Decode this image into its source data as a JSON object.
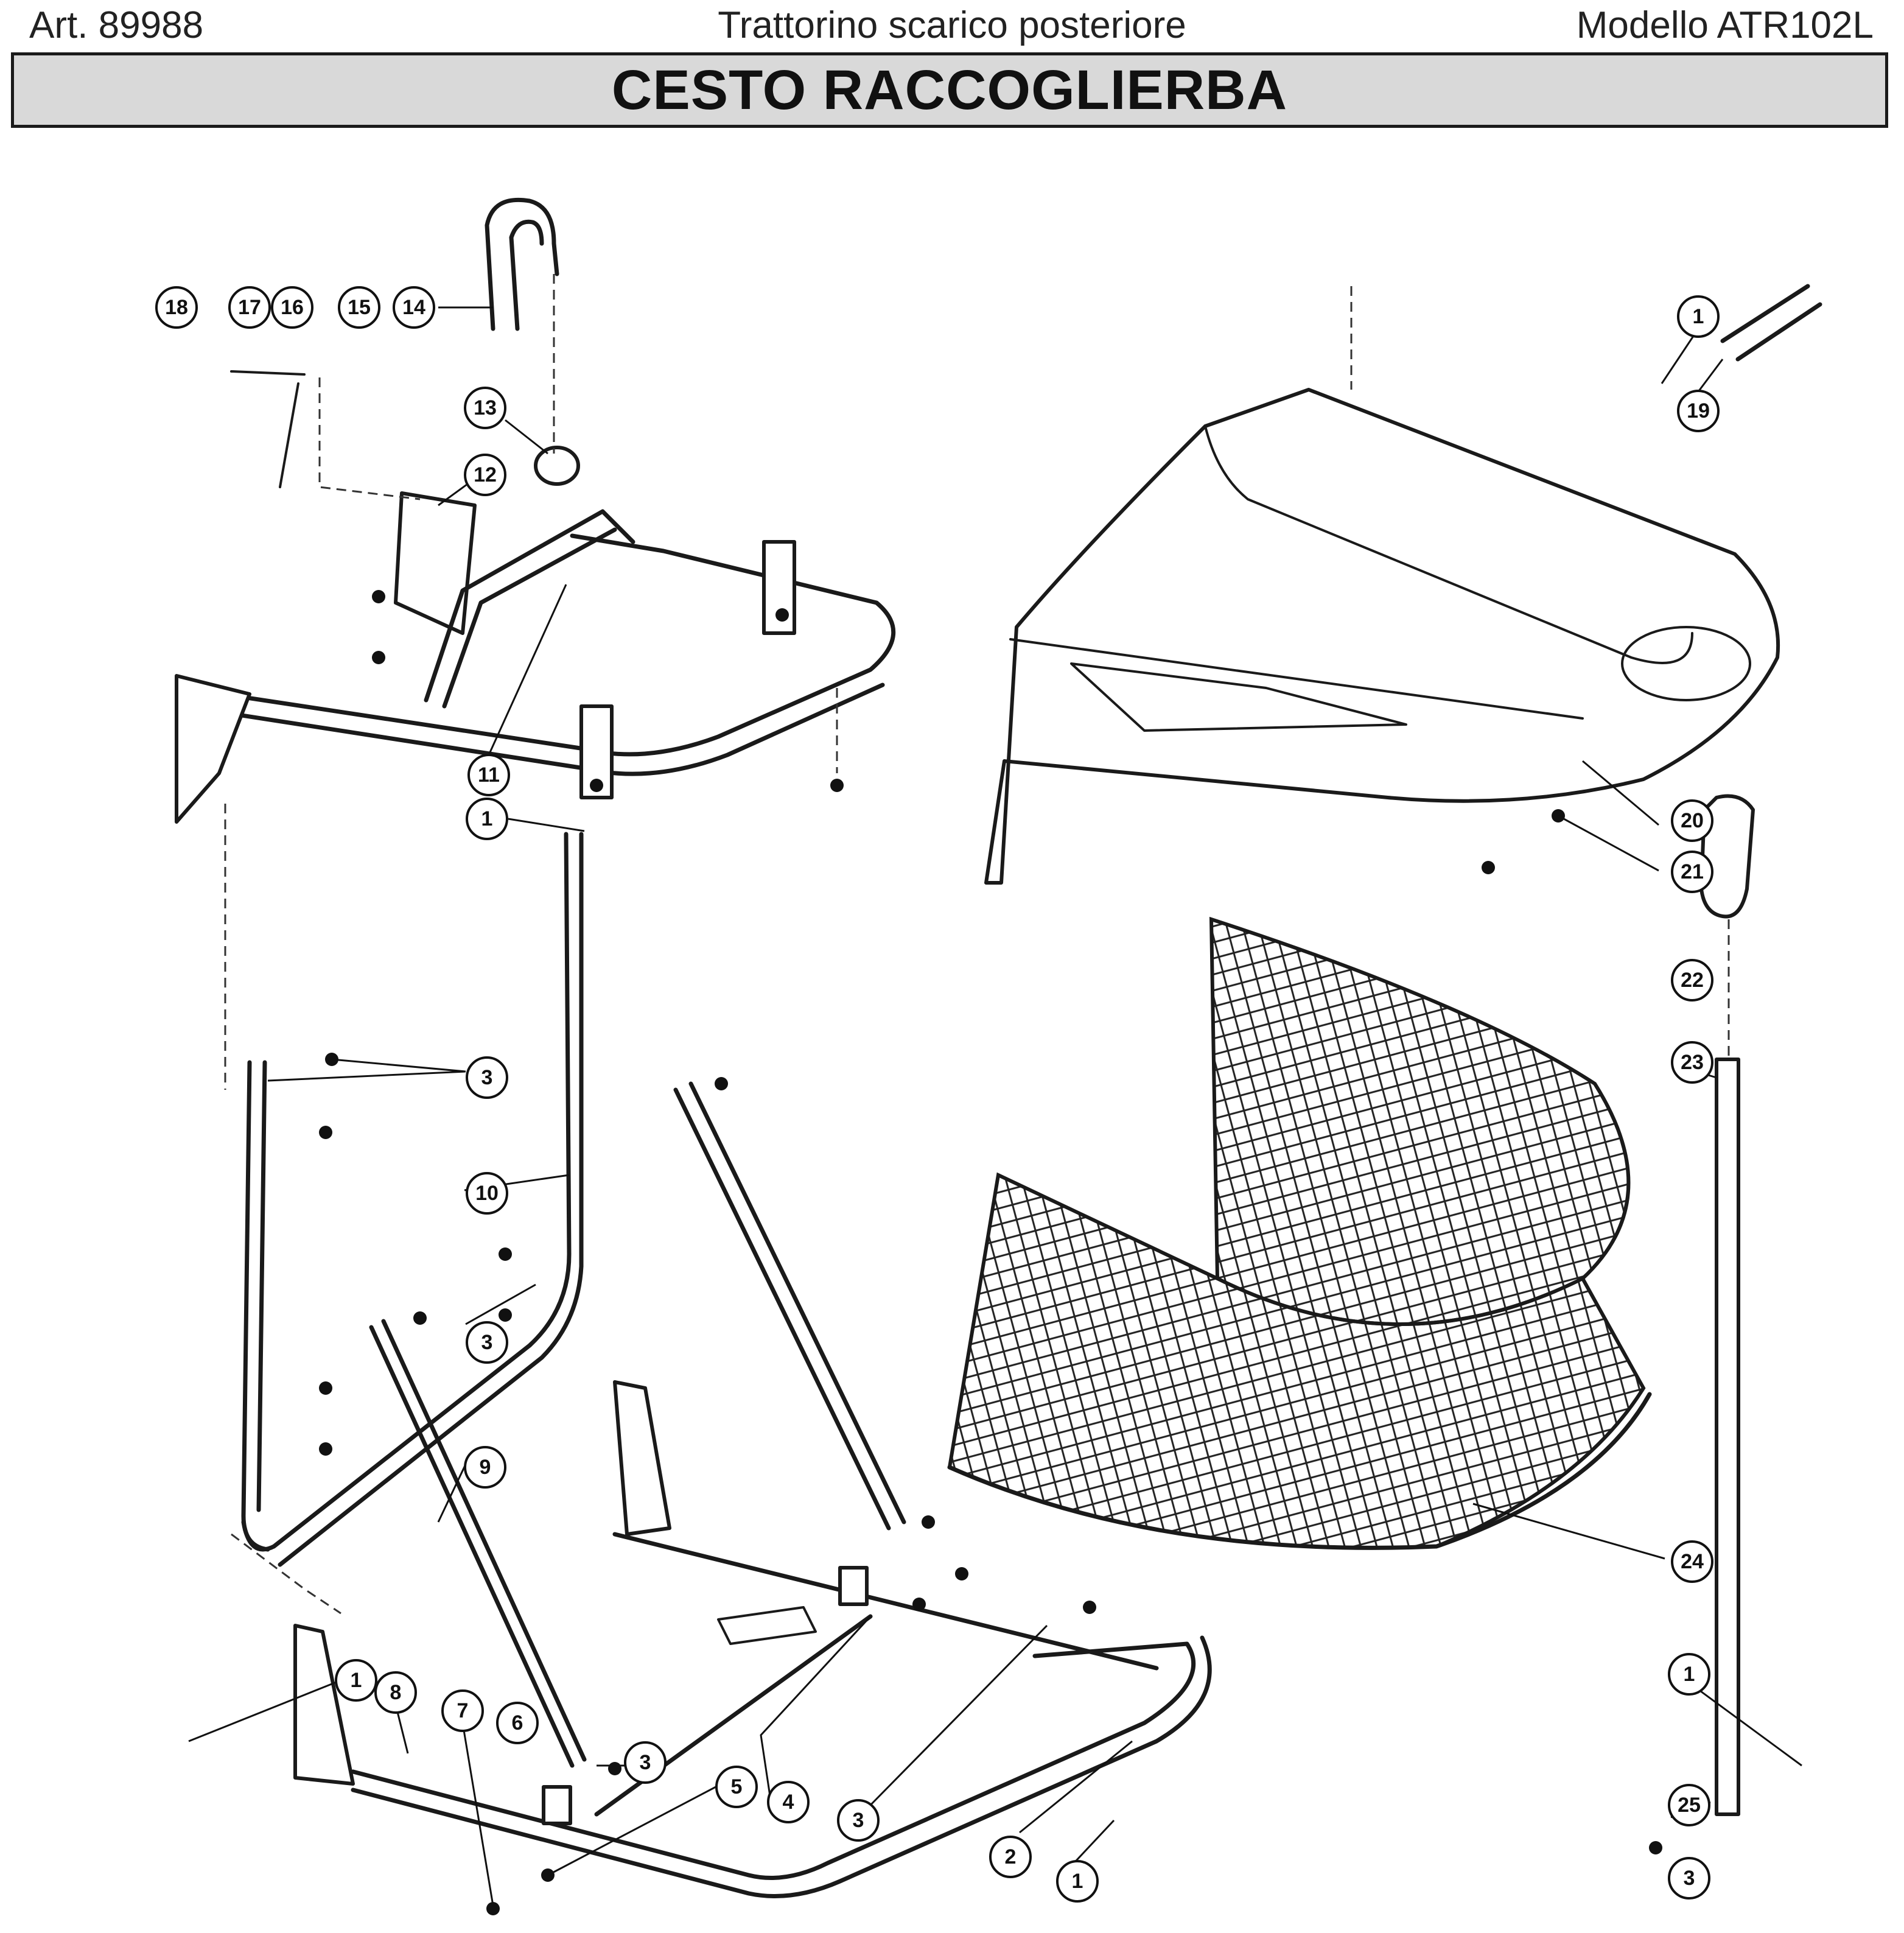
{
  "header": {
    "article": "Art. 89988",
    "subtitle": "Trattorino scarico posteriore",
    "model": "Modello ATR102L"
  },
  "title": "CESTO RACCOGLIERBA",
  "callouts": {
    "c18": "18",
    "c17": "17",
    "c16": "16",
    "c15": "15",
    "c14": "14",
    "c13": "13",
    "c12": "12",
    "c11": "11",
    "c1a": "1",
    "c1b": "1",
    "c1c": "1",
    "c1d": "1",
    "c1e": "1",
    "c19": "19",
    "c20": "20",
    "c21": "21",
    "c22": "22",
    "c23": "23",
    "c24": "24",
    "c25": "25",
    "c3a": "3",
    "c3b": "3",
    "c3c": "3",
    "c3d": "3",
    "c3e": "3",
    "c10": "10",
    "c9": "9",
    "c8": "8",
    "c7": "7",
    "c6": "6",
    "c5": "5",
    "c4": "4",
    "c2": "2"
  }
}
